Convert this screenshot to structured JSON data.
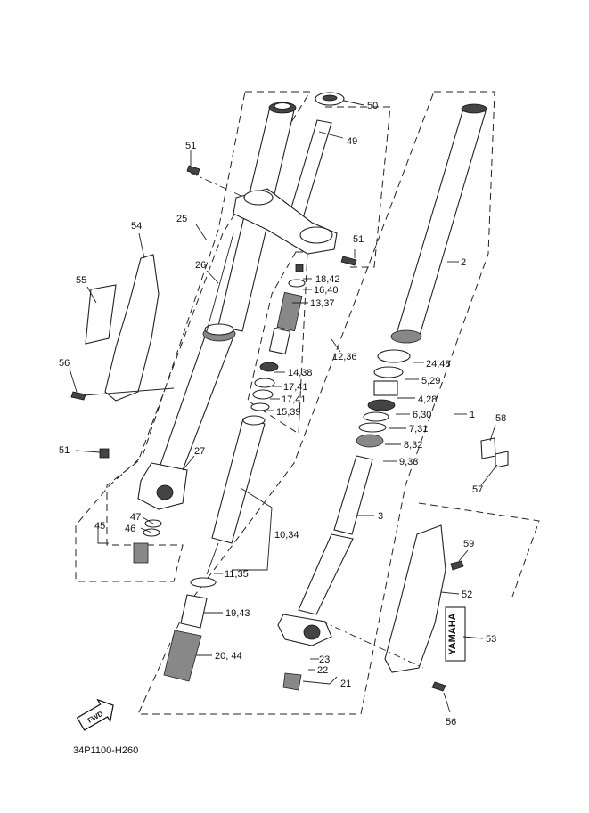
{
  "diagram_code": "34P1100-H260",
  "fwd_label": "FWD",
  "brand_decal": "YAMAHA",
  "callouts": {
    "c1": "1",
    "c2": "2",
    "c3": "3",
    "c4_28": "4,28",
    "c5_29": "5,29",
    "c6_30": "6,30",
    "c7_31": "7,31",
    "c8_32": "8,32",
    "c9_33": "9,33",
    "c10_34": "10,34",
    "c11_35": "11,35",
    "c12_36": "12,36",
    "c13_37": "13,37",
    "c14_38": "14,38",
    "c15_39": "15,39",
    "c16_40": "16,40",
    "c17_41a": "17,41",
    "c17_41b": "17,41",
    "c18_42": "18,42",
    "c19_43": "19,43",
    "c20_44": "20, 44",
    "c21": "21",
    "c22": "22",
    "c23": "23",
    "c24_48": "24,48",
    "c25": "25",
    "c26": "26",
    "c27": "27",
    "c45": "45",
    "c46": "46",
    "c47": "47",
    "c49": "49",
    "c50": "50",
    "c51a": "51",
    "c51b": "51",
    "c51c": "51",
    "c52": "52",
    "c53": "53",
    "c54": "54",
    "c55": "55",
    "c56a": "56",
    "c56b": "56",
    "c57": "57",
    "c58": "58",
    "c59": "59"
  }
}
